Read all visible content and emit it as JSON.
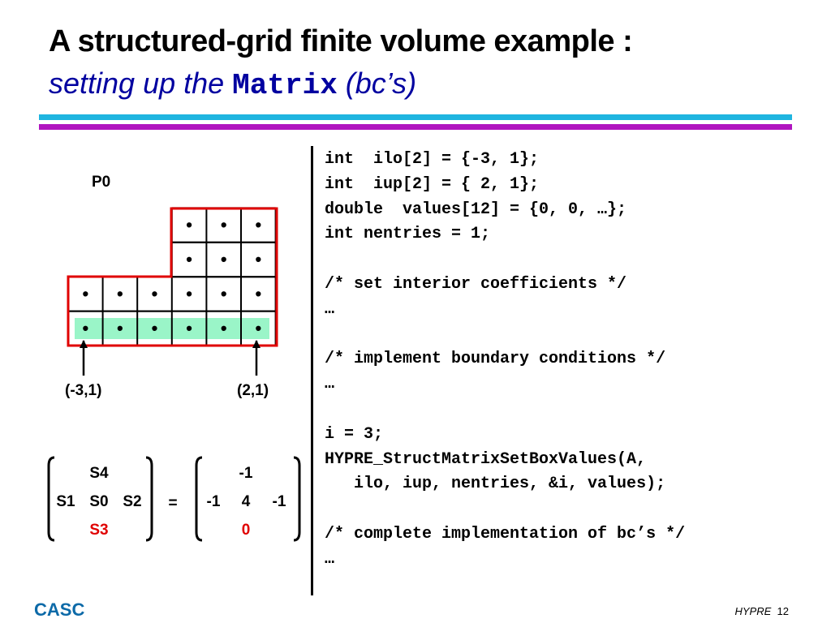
{
  "title": {
    "line1": "A structured-grid finite volume example :",
    "line2_prefix": "setting up the ",
    "line2_code": "Matrix",
    "line2_suffix": " (bc’s)"
  },
  "diagram": {
    "label": "P0",
    "left_coord": "(-3,1)",
    "right_coord": "(2,1)",
    "cell_marker": "•"
  },
  "equation": {
    "stencil_top": "S4",
    "stencil_left": "S1",
    "stencil_center": "S0",
    "stencil_right": "S2",
    "stencil_bottom": "S3",
    "equals": "=",
    "value_top": "-1",
    "value_left": "-1",
    "value_center": "4",
    "value_right": "-1",
    "value_bottom": "0"
  },
  "code_lines": [
    "int  ilo[2] = {-3, 1};",
    "int  iup[2] = { 2, 1};",
    "double  values[12] = {0, 0, …};",
    "int nentries = 1;",
    "",
    "/* set interior coefficients */",
    "…",
    "",
    "/* implement boundary conditions */",
    "…",
    "",
    "i = 3;",
    "HYPRE_StructMatrixSetBoxValues(A,",
    "   ilo, iup, nentries, &i, values);",
    "",
    "/* complete implementation of bc’s */",
    "…"
  ],
  "footer": {
    "org": "CASC",
    "product": "HYPRE",
    "page": "12"
  },
  "colors": {
    "title_blue": "#0000a0",
    "rule_cyan": "#1fb5e0",
    "rule_magenta": "#b015c0",
    "boundary_red": "#e00000",
    "highlight_green": "#9af5c8",
    "casc_blue": "#0d6aa8"
  }
}
